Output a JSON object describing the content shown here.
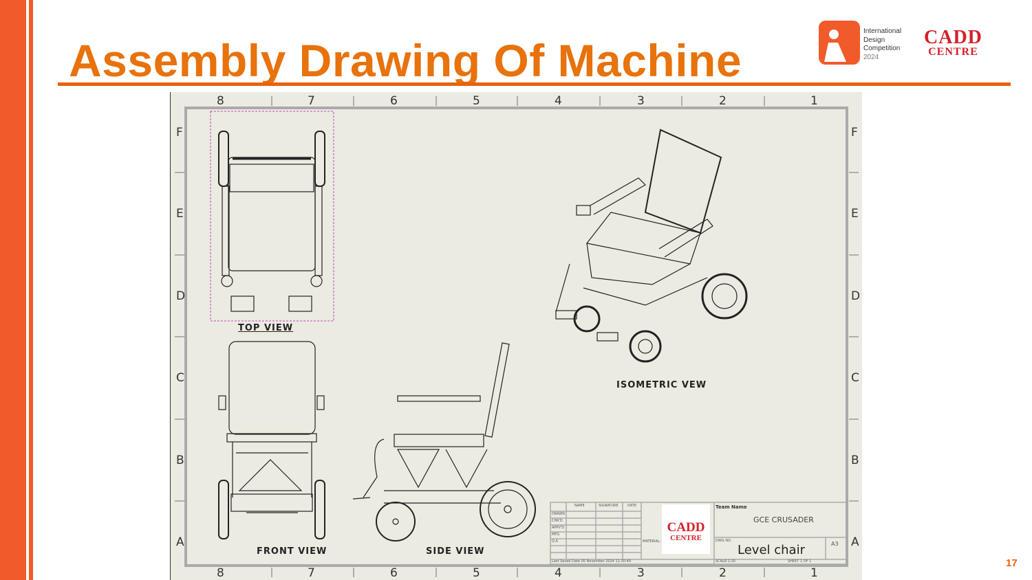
{
  "slide": {
    "title": "Assembly Drawing Of Machine",
    "page_number": "17"
  },
  "logos": {
    "idc": {
      "line1": "International",
      "line2": "Design",
      "line3": "Competition",
      "line4": "2024"
    },
    "cadd": {
      "line1": "CADD",
      "line2": "CENTRE"
    }
  },
  "drawing": {
    "zones_columns": [
      "8",
      "7",
      "6",
      "5",
      "4",
      "3",
      "2",
      "1"
    ],
    "zones_rows": [
      "F",
      "E",
      "D",
      "C",
      "B",
      "A"
    ],
    "views": {
      "top": "TOP VIEW",
      "front": "FRONT VIEW",
      "side": "SIDE VIEW",
      "iso": "ISOMETRIC VEW"
    },
    "title_block": {
      "col_headers": [
        "NAME",
        "SIGNATURE",
        "DATE"
      ],
      "row_labels": [
        "DRAWN",
        "CHK'D",
        "APPV'D",
        "MFG",
        "Q.A"
      ],
      "material_label": "MATERIAL:",
      "team_name_label": "Team Name",
      "team_name": "GCE CRUSADER",
      "dwg_no_label": "DWG NO.",
      "drawing_title": "Level chair",
      "size": "A3",
      "scale": "SCALE:1:20",
      "sheet": "SHEET 1 OF 1",
      "last_saved": "Last Saved Date 05 November 2024 11:30:49",
      "logo_line1": "CADD",
      "logo_line2": "CENTRE"
    }
  },
  "colors": {
    "accent": "#f15a29",
    "title": "#e8720c",
    "cadd_red": "#d4212b",
    "sheet_bg": "#ebebe1"
  }
}
